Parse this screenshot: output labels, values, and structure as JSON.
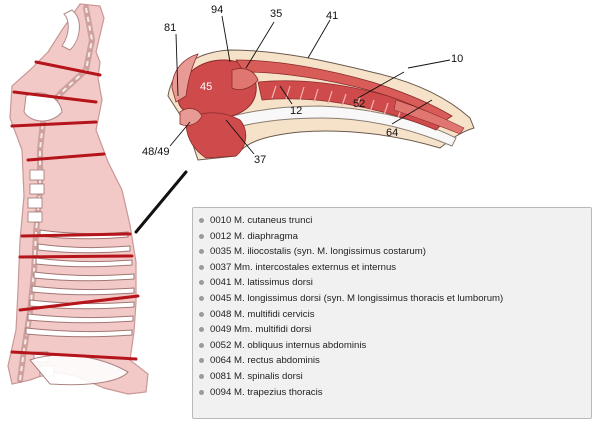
{
  "callouts": {
    "c81": "81",
    "c94": "94",
    "c35": "35",
    "c41": "41",
    "c10": "10",
    "c45": "45",
    "c12": "12",
    "c52": "52",
    "c64": "64",
    "c4849": "48/49",
    "c37": "37"
  },
  "legend": {
    "items": [
      "0010 M. cutaneus trunci",
      "0012 M. diaphragma",
      "0035 M. iliocostalis (syn. M. longissimus costarum)",
      "0037 Mm. intercostales externus et internus",
      "0041 M. latissimus dorsi",
      "0045 M. longissimus dorsi (syn. M longissimus thoracis et lumborum)",
      "0048 M. multifidi cervicis",
      "0049 Mm. multifidi dorsi",
      "0052 M. obliquus internus abdominis",
      "0064 M. rectus abdominis",
      "0081 M. spinalis dorsi",
      "0094 M. trapezius thoracis"
    ]
  },
  "colors": {
    "carcass_fill": "#f2c9c6",
    "carcass_outline": "#c99896",
    "cut_lines": "#b5141b",
    "muscle_dark": "#cf4a4a",
    "muscle_light": "#e89a94",
    "fat": "#f6e2c9",
    "bone": "#f4f4f4"
  }
}
